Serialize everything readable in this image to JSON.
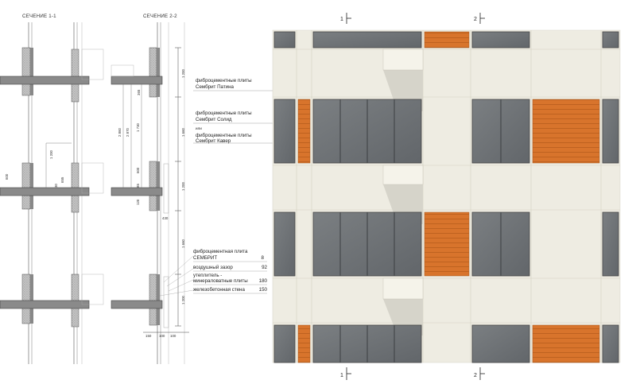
{
  "sections": {
    "s1_title": "СЕЧЕНИЕ 1-1",
    "s2_title": "СЕЧЕНИЕ 2-2"
  },
  "dimensions": {
    "s1_d1": "1 200",
    "s1_d2": "655",
    "s1_d3": "30",
    "s1_left": "600",
    "s2_a": "365",
    "s2_b": "2 860",
    "s2_c": "2 870",
    "s2_d": "1 730",
    "s2_e": "600",
    "s2_f": "85",
    "s2_g": "120",
    "s2_h": "430",
    "v_top": "1 200",
    "v_mid1": "1 660",
    "v_mid2": "1 200",
    "v_mid3": "1 660",
    "v_bot": "1 200",
    "b150": "150",
    "b100a": "100",
    "b100b": "100"
  },
  "labels": {
    "l1_line1": "фиброцементные плиты",
    "l1_line2": "Сембрит Патина",
    "l2_line1": "фиброцементные плиты",
    "l2_line2": "Сембрит Солид",
    "l_or": "или",
    "l3_line1": "фиброцементные плиты",
    "l3_line2": "Сембрит Кавер"
  },
  "layers": [
    {
      "name_1": "фиброцементная плита",
      "name_2": "СЕМБРИТ",
      "value": "8"
    },
    {
      "name_1": "воздушный зазор",
      "name_2": "",
      "value": "92"
    },
    {
      "name_1": "утеплитель -",
      "name_2": "минераловатные плиты",
      "value": "180"
    },
    {
      "name_1": "железобетонная стена",
      "name_2": "",
      "value": "150"
    }
  ],
  "markers": {
    "top_1": "1",
    "top_2": "2",
    "bottom_1": "1",
    "bottom_2": "2"
  },
  "colors": {
    "facade_base": "#efede3",
    "window_glass": "#6f7375",
    "window_frame": "#4a4d50",
    "orange_panel": "#d9732b",
    "concrete": "#7a7a7a",
    "insulation": "#b8b8b8"
  }
}
